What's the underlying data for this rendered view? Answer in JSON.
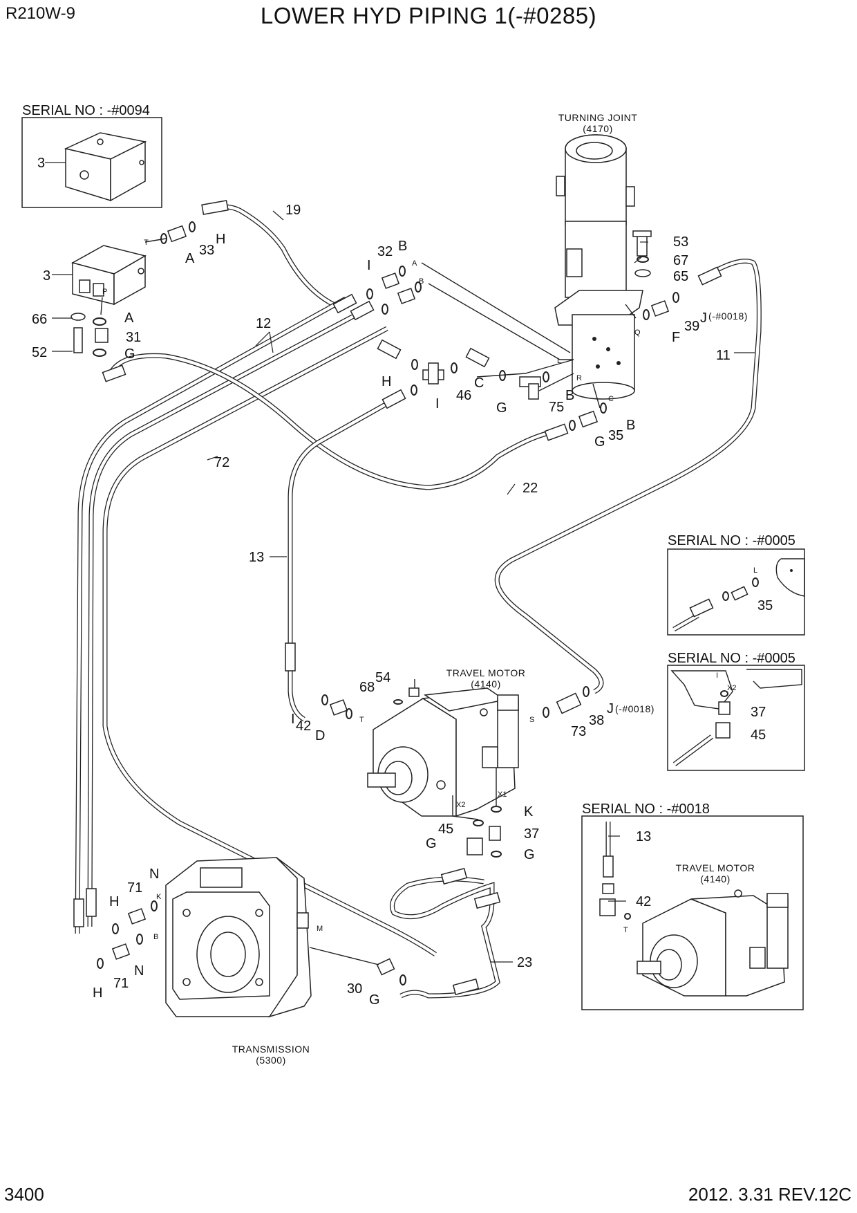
{
  "header": {
    "model": "R210W-9",
    "title": "LOWER HYD PIPING 1(-#0285)"
  },
  "footer": {
    "page": "3400",
    "revision": "2012. 3.31  REV.12C"
  },
  "components": {
    "turning_joint": {
      "name": "TURNING JOINT",
      "code": "(4170)"
    },
    "travel_motor": {
      "name": "TRAVEL MOTOR",
      "code": "(4140)"
    },
    "transmission": {
      "name": "TRANSMISSION",
      "code": "(5300)"
    }
  },
  "insets": {
    "serial_0094": "SERIAL NO : -#0094",
    "serial_0005_a": "SERIAL NO : -#0005",
    "serial_0005_b": "SERIAL NO : -#0005",
    "serial_0018": "SERIAL NO : -#0018"
  },
  "callouts": {
    "c3a": "3",
    "c3b": "3",
    "c19": "19",
    "c33": "33",
    "cH1": "H",
    "cA1": "A",
    "cT1": "T",
    "cP1": "P",
    "c66": "66",
    "cA2": "A",
    "c31": "31",
    "c52": "52",
    "cG1": "G",
    "c12": "12",
    "c32": "32",
    "cB1": "B",
    "cI1": "I",
    "cA3": "A",
    "cB2": "B",
    "c53": "53",
    "c67": "67",
    "c65": "65",
    "c39": "39",
    "cJ1": "J",
    "j0018a": "(-#0018)",
    "cF": "F",
    "cQ": "Q",
    "c11": "11",
    "cL1": "L",
    "cR": "R",
    "cH2": "H",
    "c46": "46",
    "cC1": "C",
    "cG2": "G",
    "c75": "75",
    "cB3": "B",
    "cI2": "I",
    "cC2": "C",
    "cG3": "G",
    "c35a": "35",
    "cB4": "B",
    "c72": "72",
    "c22": "22",
    "c13a": "13",
    "c35b": "35",
    "cL2": "L",
    "cI3": "I",
    "cX2a": "X2",
    "c37a": "37",
    "c45a": "45",
    "c54": "54",
    "c68": "68",
    "cI4": "I",
    "c42a": "42",
    "cD": "D",
    "cT2": "T",
    "cS": "S",
    "c73": "73",
    "c38": "38",
    "cJ2": "J",
    "j0018b": "(-#0018)",
    "cX1": "X1",
    "cX2b": "X2",
    "cK1": "K",
    "c45b": "45",
    "c37b": "37",
    "cG4": "G",
    "cG5": "G",
    "c13b": "13",
    "c42b": "42",
    "cT3": "T",
    "c71a": "71",
    "cN1": "N",
    "cH3": "H",
    "cK2": "K",
    "cB5": "B",
    "c71b": "71",
    "cN2": "N",
    "cH4": "H",
    "cM": "M",
    "c30": "30",
    "cG6": "G",
    "c23": "23"
  }
}
